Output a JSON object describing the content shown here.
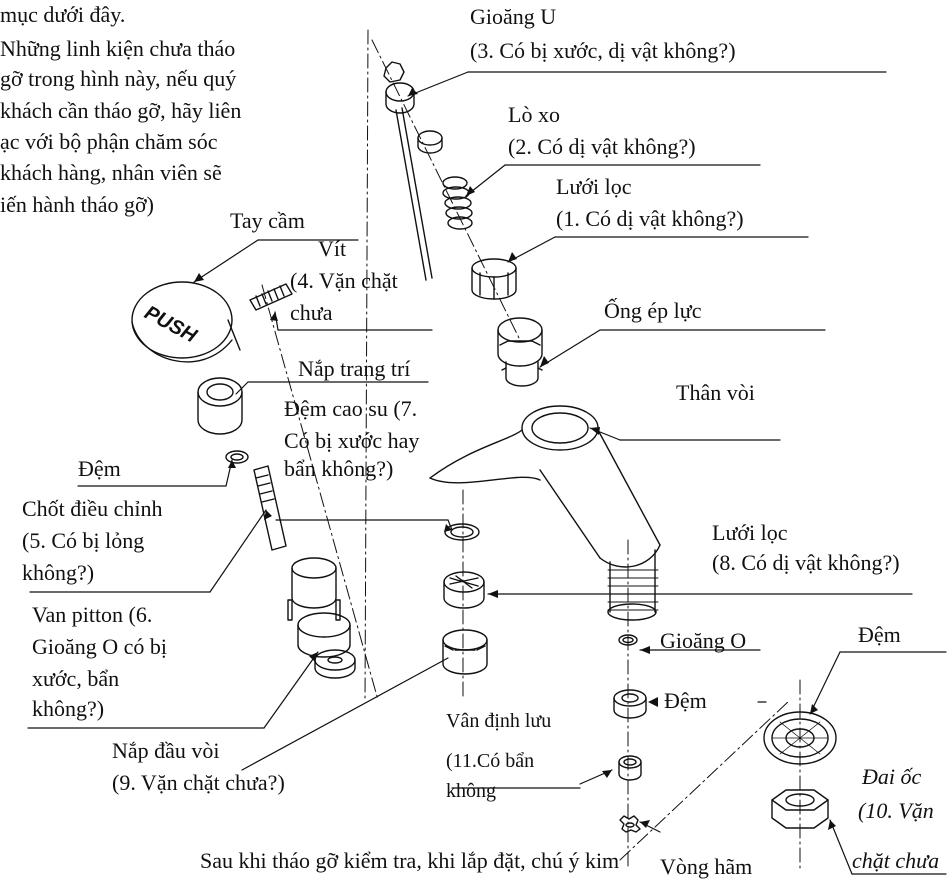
{
  "intro": {
    "line1": "mục dưới đây.",
    "line2": "Những linh kiện chưa tháo",
    "line3": "gỡ trong hình này, nếu quý",
    "line4": "khách cần tháo gỡ, hãy liên",
    "line5": "ạc với bộ phận chăm sóc",
    "line6": "khách hàng, nhân viên sẽ",
    "line7": "iến hành tháo gỡ)"
  },
  "labels": {
    "gioang_u": "Gioăng U",
    "gioang_u_note": "(3. Có bị xước, dị vật không?)",
    "lo_xo": "Lò xo",
    "lo_xo_note": "(2. Có dị vật không?)",
    "luoi_loc_top": "Lưới lọc",
    "luoi_loc_top_note": "(1. Có dị vật không?)",
    "tay_cam": "Tay cầm",
    "push_text": "PUSH",
    "vit": "Vít",
    "vit_note1": "(4. Vặn chặt",
    "vit_note2": "chưa",
    "ong_ep_luc": "Ống ép lực",
    "nap_trang_tri": "Nắp trang trí",
    "than_voi": "Thân vòi",
    "dem_cao_su1": "Đệm cao su (7.",
    "dem_cao_su2": "Có bị xước hay",
    "dem_cao_su3": "bẩn không?)",
    "dem_left": "Đệm",
    "chot1": "Chốt điều chỉnh",
    "chot2": "(5. Có bị lỏng",
    "chot3": "không?)",
    "luoi_loc_right": "Lưới lọc",
    "luoi_loc_right_note": "(8. Có dị vật không?)",
    "van1": "Van pitton (6.",
    "van2": "Gioăng O có bị",
    "van3": "xước, bẩn",
    "van4": "không?)",
    "gioang_o": "Gioăng O",
    "dem_right_top": "Đệm",
    "dem_mid": "Đệm",
    "van_dinh_luu": "Vân định lưu",
    "van_dinh_luu_note1": "(11.Có bẩn",
    "van_dinh_luu_note2": "không",
    "nap_dau_voi": "Nắp đầu vòi",
    "nap_dau_voi_note": "(9. Vặn chặt chưa?)",
    "dai_oc": "Đai ốc",
    "dai_oc_note1": "(10. Vặn",
    "dai_oc_note2": "chặt chưa",
    "vong_ham": "Vòng hãm"
  },
  "footer": {
    "line1": "Sau khi tháo gỡ kiểm tra, khi lắp đặt, chú ý kim"
  }
}
